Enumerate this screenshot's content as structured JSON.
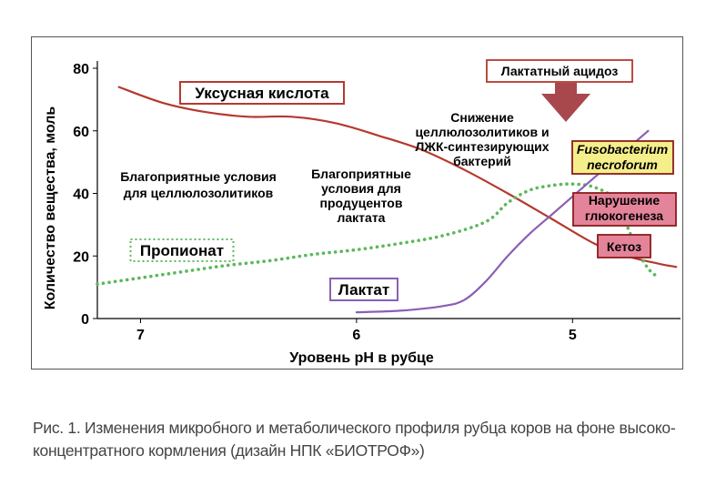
{
  "chart_data": {
    "type": "line",
    "title": "",
    "xlabel": "Уровень pH в рубце",
    "ylabel": "Количество вещества, моль",
    "xlim": [
      7.2,
      4.5
    ],
    "ylim": [
      0,
      80
    ],
    "x_ticks": [
      "7",
      "6",
      "5"
    ],
    "x_tick_values": [
      7,
      6,
      5
    ],
    "y_ticks": [
      "0",
      "20",
      "40",
      "60",
      "80"
    ],
    "y_tick_values": [
      0,
      20,
      40,
      60,
      80
    ],
    "grid": false,
    "series": [
      {
        "name": "Уксусная кислота",
        "color": "#b5392e",
        "style": "solid",
        "x": [
          7.1,
          6.9,
          6.7,
          6.5,
          6.3,
          6.1,
          5.9,
          5.7,
          5.5,
          5.3,
          5.1,
          4.9,
          4.75,
          4.6,
          4.52
        ],
        "y": [
          74,
          69,
          66,
          64.5,
          64.5,
          62.5,
          58.5,
          54,
          47.5,
          40,
          32,
          24,
          20,
          17.5,
          16.5
        ]
      },
      {
        "name": "Пропионат",
        "color": "#5cb85c",
        "style": "dotted",
        "x": [
          7.2,
          7.0,
          6.8,
          6.6,
          6.4,
          6.2,
          6.0,
          5.8,
          5.6,
          5.4,
          5.3,
          5.2,
          5.1,
          5.0,
          4.9,
          4.8,
          4.75,
          4.7,
          4.65,
          4.6
        ],
        "y": [
          11,
          13,
          15,
          17,
          18.5,
          20.5,
          22,
          24,
          26.5,
          31,
          37,
          41,
          42.5,
          43,
          42,
          38,
          30,
          22,
          16,
          13
        ]
      },
      {
        "name": "Лактат",
        "color": "#8a5fb5",
        "style": "solid",
        "x": [
          6.0,
          5.8,
          5.6,
          5.5,
          5.4,
          5.3,
          5.2,
          5.1,
          5.0,
          4.9,
          4.8,
          4.7,
          4.65
        ],
        "y": [
          2,
          2.5,
          4,
          6,
          12,
          20,
          27,
          33,
          39,
          45,
          51,
          57,
          60
        ]
      }
    ],
    "annotations": {
      "lactic_acidosis": "Лактатный ацидоз",
      "cellulolytic_decline": [
        "Снижение",
        "целлюлозолитиков и",
        "ЛЖК-синтезирующих",
        "бактерий"
      ],
      "favorable_cellulolytic": [
        "Благоприятные условия",
        "для целлюлозолитиков"
      ],
      "favorable_lactate": [
        "Благоприятные",
        "условия для",
        "продуцентов",
        "лактата"
      ],
      "fusobacterium": [
        "Fusobacterium",
        "necroforum"
      ],
      "gluconeogenesis": [
        "Нарушение",
        "глюкогенеза"
      ],
      "ketosis": "Кетоз"
    },
    "colors": {
      "arrow": "#a8484d",
      "pink_box": "#e4849a",
      "yellow_box": "#f4ef8a"
    }
  },
  "caption": [
    "Рис. 1. Изменения микробного и метаболического профиля рубца коров на фоне высоко-",
    "концентратного кормления (дизайн НПК «БИОТРОФ»)"
  ]
}
